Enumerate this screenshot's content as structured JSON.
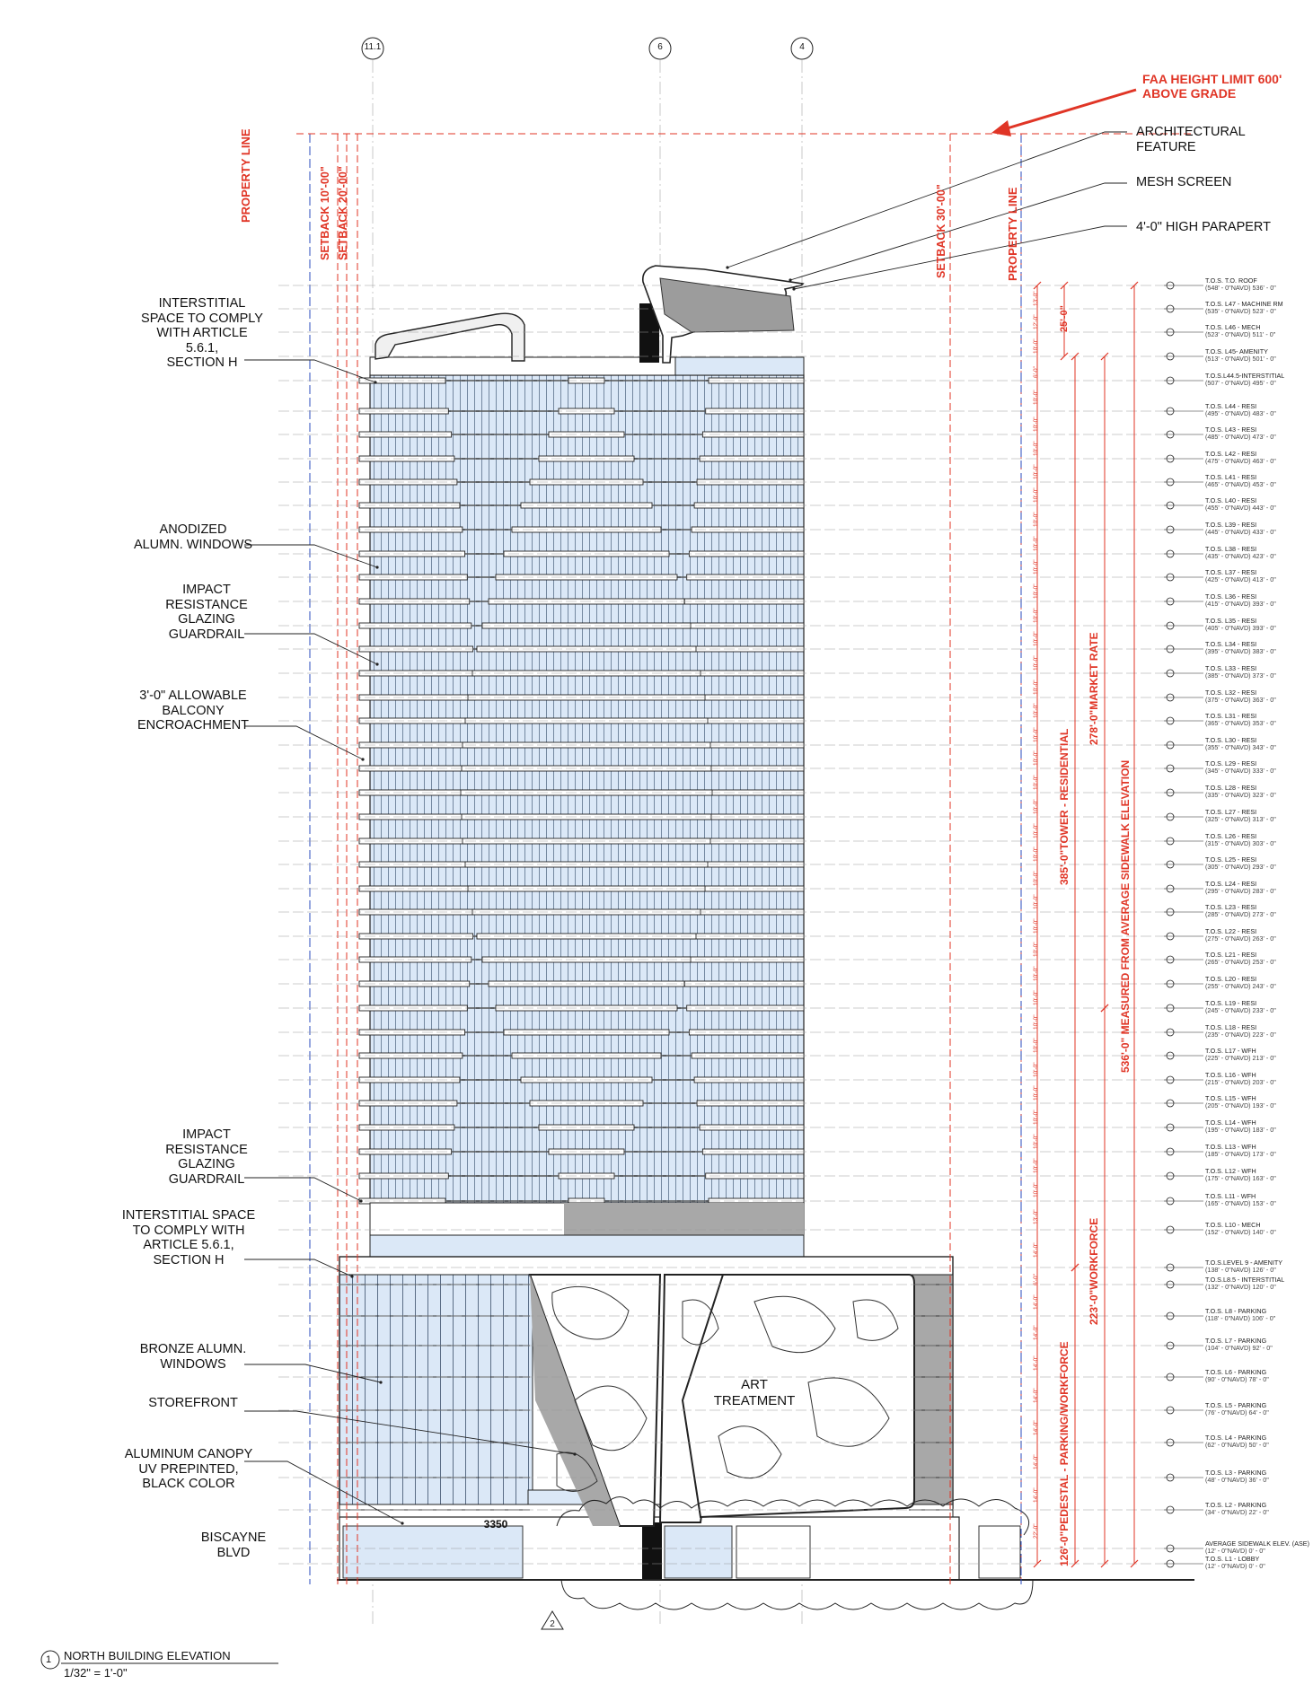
{
  "drawing": {
    "title": "NORTH BUILDING ELEVATION",
    "scale": "1/32\" = 1'-0\"",
    "view_number": "1",
    "section_marker": "2",
    "address_number": "3350",
    "grids": [
      "11.1",
      "6",
      "4"
    ],
    "faa_note": "FAA HEIGHT LIMIT 600'\nABOVE GRADE",
    "art_label": "ART\nTREATMENT"
  },
  "red_lines": [
    {
      "label": "PROPERTY LINE"
    },
    {
      "label": "SETBACK 10'-00\""
    },
    {
      "label": "SETBACK 20'-00\""
    },
    {
      "label": "SETBACK 30'-00\""
    },
    {
      "label": "PROPERTY LINE"
    }
  ],
  "callouts_left": [
    {
      "text": "INTERSTITIAL\nSPACE TO COMPLY\nWITH ARTICLE\n5.6.1,\nSECTION H"
    },
    {
      "text": "ANODIZED\nALUMN. WINDOWS"
    },
    {
      "text": "IMPACT\nRESISTANCE\nGLAZING\nGUARDRAIL"
    },
    {
      "text": "3'-0\" ALLOWABLE\nBALCONY\nENCROACHMENT"
    },
    {
      "text": "IMPACT\nRESISTANCE\nGLAZING\nGUARDRAIL"
    },
    {
      "text": "INTERSTITIAL SPACE\nTO COMPLY WITH\nARTICLE 5.6.1,\nSECTION H"
    },
    {
      "text": "BRONZE ALUMN.\nWINDOWS"
    },
    {
      "text": "STOREFRONT"
    },
    {
      "text": "ALUMINUM CANOPY\nUV PREPINTED,\nBLACK COLOR"
    },
    {
      "text": "BISCAYNE\nBLVD"
    }
  ],
  "callouts_right": [
    {
      "text": "ARCHITECTURAL\nFEATURE"
    },
    {
      "text": "MESH SCREEN"
    },
    {
      "text": "4'-0\" HIGH PARAPERT"
    }
  ],
  "dimensions": [
    {
      "text": "25'-0\""
    },
    {
      "text": "385'-0\"TOWER - RESIDENTIAL"
    },
    {
      "text": "278'-0\"MARKET RATE"
    },
    {
      "text": "536'-0\" MEASURED FROM AVERAGE SIDEWALK ELEVATION"
    },
    {
      "text": "223'-0\"WORKFORCE"
    },
    {
      "text": "126'-0\"PEDESTAL - PARKING/WORKFORCE"
    }
  ],
  "levels": [
    {
      "name": "T.O.S.    T.O. ROOF",
      "elev": "(548' - 0\"NAVD) 536' - 0\"",
      "gap": "13'-0\""
    },
    {
      "name": "T.O.S.    L47 - MACHINE RM",
      "elev": "(535' - 0\"NAVD) 523' - 0\"",
      "gap": "12'-0\""
    },
    {
      "name": "T.O.S.    L46 - MECH",
      "elev": "(523' - 0\"NAVD) 511' - 0\"",
      "gap": "10'-0\""
    },
    {
      "name": "T.O.S.    L45- AMENITY",
      "elev": "(513' - 0\"NAVD) 501' - 0\"",
      "gap": "6'-0\""
    },
    {
      "name": "T.O.S.L44.5-INTERSTITIAL",
      "elev": "(507' - 0\"NAVD) 495' - 0\"",
      "gap": "10'-0\""
    },
    {
      "name": "T.O.S.    L44 - RESI",
      "elev": "(495' - 0\"NAVD) 483' - 0\"",
      "gap": "10'-0\""
    },
    {
      "name": "T.O.S.    L43 - RESI",
      "elev": "(485' - 0\"NAVD) 473' - 0\"",
      "gap": "10'-0\""
    },
    {
      "name": "T.O.S.    L42 - RESI",
      "elev": "(475' - 0\"NAVD) 463' - 0\"",
      "gap": "10'-0\""
    },
    {
      "name": "T.O.S.    L41 - RESI",
      "elev": "(465' - 0\"NAVD) 453' - 0\"",
      "gap": "10'-0\""
    },
    {
      "name": "T.O.S.    L40 - RESI",
      "elev": "(455' - 0\"NAVD) 443' - 0\"",
      "gap": "10'-0\""
    },
    {
      "name": "T.O.S.    L39 - RESI",
      "elev": "(445' - 0\"NAVD) 433' - 0\"",
      "gap": "10'-0\""
    },
    {
      "name": "T.O.S.    L38 - RESI",
      "elev": "(435' - 0\"NAVD) 423' - 0\"",
      "gap": "10'-0\""
    },
    {
      "name": "T.O.S.    L37 - RESI",
      "elev": "(425' - 0\"NAVD) 413' - 0\"",
      "gap": "10'-0\""
    },
    {
      "name": "T.O.S.    L36 - RESI",
      "elev": "(415' - 0\"NAVD) 393' - 0\"",
      "gap": "10'-0\""
    },
    {
      "name": "T.O.S.    L35 - RESI",
      "elev": "(405' - 0\"NAVD) 393' - 0\"",
      "gap": "10'-0\""
    },
    {
      "name": "T.O.S.    L34 - RESI",
      "elev": "(395' - 0\"NAVD) 383' - 0\"",
      "gap": "10'-0\""
    },
    {
      "name": "T.O.S.    L33 - RESI",
      "elev": "(385' - 0\"NAVD) 373' - 0\"",
      "gap": "10'-0\""
    },
    {
      "name": "T.O.S.    L32 - RESI",
      "elev": "(375' - 0\"NAVD) 363' - 0\"",
      "gap": "10'-0\""
    },
    {
      "name": "T.O.S.    L31 - RESI",
      "elev": "(365' - 0\"NAVD) 353' - 0\"",
      "gap": "10'-0\""
    },
    {
      "name": "T.O.S.    L30 - RESI",
      "elev": "(355' - 0\"NAVD) 343' - 0\"",
      "gap": "10'-0\""
    },
    {
      "name": "T.O.S.    L29 - RESI",
      "elev": "(345' - 0\"NAVD) 333' - 0\"",
      "gap": "10'-0\""
    },
    {
      "name": "T.O.S.    L28 - RESI",
      "elev": "(335' - 0\"NAVD) 323' - 0\"",
      "gap": "10'-0\""
    },
    {
      "name": "T.O.S.    L27 - RESI",
      "elev": "(325' - 0\"NAVD) 313' - 0\"",
      "gap": "10'-0\""
    },
    {
      "name": "T.O.S.    L26 - RESI",
      "elev": "(315' - 0\"NAVD) 303' - 0\"",
      "gap": "10'-0\""
    },
    {
      "name": "T.O.S.    L25 - RESI",
      "elev": "(305' - 0\"NAVD) 293' - 0\"",
      "gap": "10'-0\""
    },
    {
      "name": "T.O.S.    L24 - RESI",
      "elev": "(295' - 0\"NAVD) 283' - 0\"",
      "gap": "10'-0\""
    },
    {
      "name": "T.O.S.    L23 - RESI",
      "elev": "(285' - 0\"NAVD) 273' - 0\"",
      "gap": "10'-0\""
    },
    {
      "name": "T.O.S.    L22 - RESI",
      "elev": "(275' - 0\"NAVD) 263' - 0\"",
      "gap": "10'-0\""
    },
    {
      "name": "T.O.S.    L21 - RESI",
      "elev": "(265' - 0\"NAVD) 253' - 0\"",
      "gap": "10'-0\""
    },
    {
      "name": "T.O.S.    L20 - RESI",
      "elev": "(255' - 0\"NAVD) 243' - 0\"",
      "gap": "10'-0\""
    },
    {
      "name": "T.O.S.    L19 - RESI",
      "elev": "(245' - 0\"NAVD) 233' - 0\"",
      "gap": "10'-0\""
    },
    {
      "name": "T.O.S.    L18 - RESI",
      "elev": "(235' - 0\"NAVD) 223' - 0\"",
      "gap": "10'-0\""
    },
    {
      "name": "T.O.S.    L17 - WFH",
      "elev": "(225' - 0\"NAVD) 213' - 0\"",
      "gap": "10'-0\""
    },
    {
      "name": "T.O.S.    L16 - WFH",
      "elev": "(215' - 0\"NAVD) 203' - 0\"",
      "gap": "10'-0\""
    },
    {
      "name": "T.O.S.    L15 - WFH",
      "elev": "(205' - 0\"NAVD) 193' - 0\"",
      "gap": "10'-0\""
    },
    {
      "name": "T.O.S.    L14 - WFH",
      "elev": "(195' - 0\"NAVD) 183' - 0\"",
      "gap": "10'-0\""
    },
    {
      "name": "T.O.S.    L13 - WFH",
      "elev": "(185' - 0\"NAVD) 173' - 0\"",
      "gap": "10'-0\""
    },
    {
      "name": "T.O.S.    L12 - WFH",
      "elev": "(175' - 0\"NAVD) 163' - 0\"",
      "gap": "10'-0\""
    },
    {
      "name": "T.O.S.    L11 - WFH",
      "elev": "(165' - 0\"NAVD) 153' - 0\"",
      "gap": "13'-0\""
    },
    {
      "name": "T.O.S.    L10 - MECH",
      "elev": "(152' - 0\"NAVD) 140' - 0\"",
      "gap": "14'-0\""
    },
    {
      "name": "T.O.S.LEVEL 9 - AMENITY",
      "elev": "(138' - 0\"NAVD) 126' - 0\"",
      "gap": "6'-0\""
    },
    {
      "name": "T.O.S.L8.5 - INTERSTITIAL",
      "elev": "(132' - 0\"NAVD) 120' - 0\"",
      "gap": "14'-0\""
    },
    {
      "name": "T.O.S.    L8 - PARKING",
      "elev": "(118' - 0\"NAVD) 106' - 0\"",
      "gap": "14'-0\""
    },
    {
      "name": "T.O.S.    L7 - PARKING",
      "elev": "(104' - 0\"NAVD) 92' - 0\"",
      "gap": "14'-0\""
    },
    {
      "name": "T.O.S.    L6 - PARKING",
      "elev": "(90' - 0\"NAVD) 78' - 0\"",
      "gap": "14'-0\""
    },
    {
      "name": "T.O.S.    L5 - PARKING",
      "elev": "(76' - 0\"NAVD) 64' - 0\"",
      "gap": "14'-0\""
    },
    {
      "name": "T.O.S.    L4 - PARKING",
      "elev": "(62' - 0\"NAVD) 50' - 0\"",
      "gap": "14'-0\""
    },
    {
      "name": "T.O.S.    L3 - PARKING",
      "elev": "(48' - 0\"NAVD) 36' - 0\"",
      "gap": "14'-0\""
    },
    {
      "name": "T.O.S.    L2 - PARKING",
      "elev": "(34' - 0\"NAVD) 22' - 0\"",
      "gap": "22'-0\""
    },
    {
      "name": "AVERAGE SIDEWALK ELEV. (ASE)",
      "elev": "(12' - 0\"NAVD) 0' - 0\"",
      "gap": ""
    },
    {
      "name": "T.O.S.    L1 - LOBBY",
      "elev": "(12' - 0\"NAVD) 0' - 0\"",
      "gap": ""
    }
  ],
  "colors": {
    "glass": "#dbe8f7",
    "red": "#e03526",
    "gray": "#a8a8a8",
    "line": "#222222",
    "blue_line": "#2a4bbd"
  }
}
